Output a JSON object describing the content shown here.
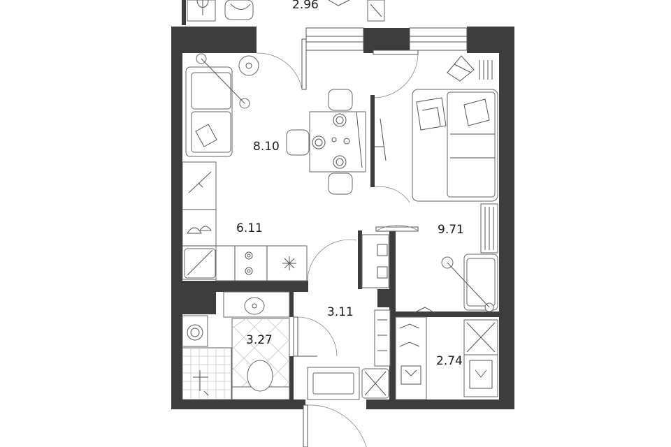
{
  "plan": {
    "rooms": [
      {
        "id": "top",
        "area": "2.96"
      },
      {
        "id": "dining",
        "area": "8.10"
      },
      {
        "id": "kitchen",
        "area": "6.11"
      },
      {
        "id": "living",
        "area": "9.71"
      },
      {
        "id": "hall",
        "area": "3.11"
      },
      {
        "id": "bathroom",
        "area": "3.27"
      },
      {
        "id": "wardrobe",
        "area": "2.74"
      }
    ],
    "colors": {
      "wall": "#3d3d3d",
      "line": "#555555",
      "background": "#ffffff"
    }
  }
}
